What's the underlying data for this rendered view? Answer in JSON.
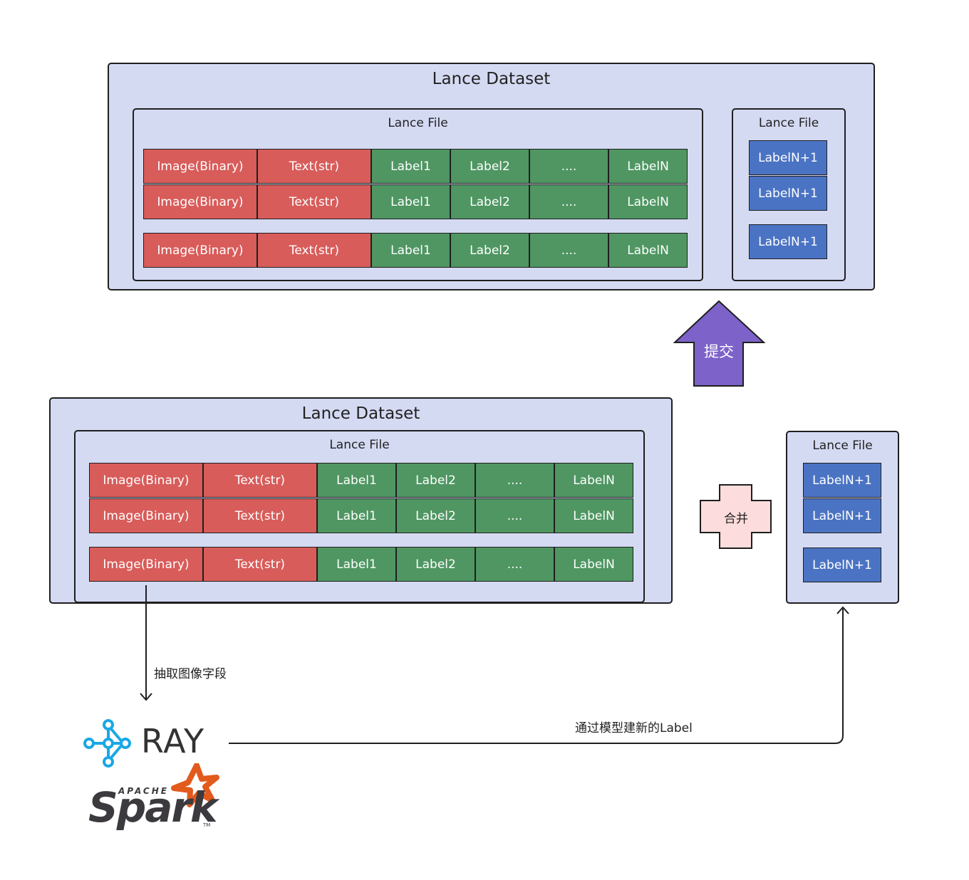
{
  "top": {
    "dataset_title": "Lance Dataset",
    "file_main_title": "Lance File",
    "file_side_title": "Lance File",
    "rows": [
      [
        "Image(Binary)",
        "Text(str)",
        "Label1",
        "Label2",
        "....",
        "LabelN"
      ],
      [
        "Image(Binary)",
        "Text(str)",
        "Label1",
        "Label2",
        "....",
        "LabelN"
      ],
      [
        "Image(Binary)",
        "Text(str)",
        "Label1",
        "Label2",
        "....",
        "LabelN"
      ]
    ],
    "side_cells": [
      "LabelN+1",
      "LabelN+1",
      "LabelN+1"
    ]
  },
  "commit_label": "提交",
  "bottom": {
    "dataset_title": "Lance Dataset",
    "file_main_title": "Lance File",
    "rows": [
      [
        "Image(Binary)",
        "Text(str)",
        "Label1",
        "Label2",
        "....",
        "LabelN"
      ],
      [
        "Image(Binary)",
        "Text(str)",
        "Label1",
        "Label2",
        "....",
        "LabelN"
      ],
      [
        "Image(Binary)",
        "Text(str)",
        "Label1",
        "Label2",
        "....",
        "LabelN"
      ]
    ]
  },
  "side_file": {
    "title": "Lance File",
    "cells": [
      "LabelN+1",
      "LabelN+1",
      "LabelN+1"
    ]
  },
  "merge_label": "合并",
  "extract_label": "抽取图像字段",
  "new_label_text": "通过模型建新的Label",
  "logos": {
    "ray": "RAY",
    "apache": "APACHE",
    "spark": "Spark",
    "tm": "TM"
  },
  "colors": {
    "binary": "#d85c5a",
    "label": "#4f9662",
    "new_label": "#4a73c3",
    "commit": "#7d62c9",
    "merge": "#fcdcdc",
    "container": "#d5daf3"
  }
}
